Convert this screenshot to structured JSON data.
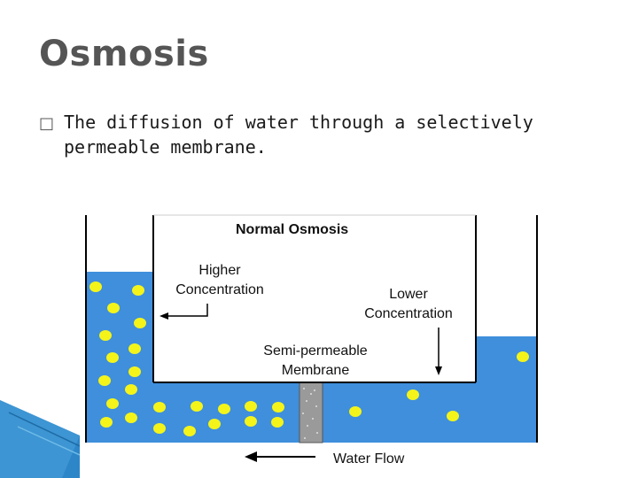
{
  "slide": {
    "title": "Osmosis",
    "bullet_glyph": "□",
    "bullet_text": "The diffusion of water through a selectively permeable membrane."
  },
  "diagram": {
    "title": "Normal Osmosis",
    "label_higher_line1": "Higher",
    "label_higher_line2": "Concentration",
    "label_lower_line1": "Lower",
    "label_lower_line2": "Concentration",
    "label_membrane_line1": "Semi-permeable",
    "label_membrane_line2": "Membrane",
    "label_flow": "Water Flow",
    "colors": {
      "water": "#3f8fdc",
      "particle": "#f4f41a",
      "membrane": "#9a9a9a",
      "outline": "#000000",
      "decor": "#2d86c8"
    }
  }
}
